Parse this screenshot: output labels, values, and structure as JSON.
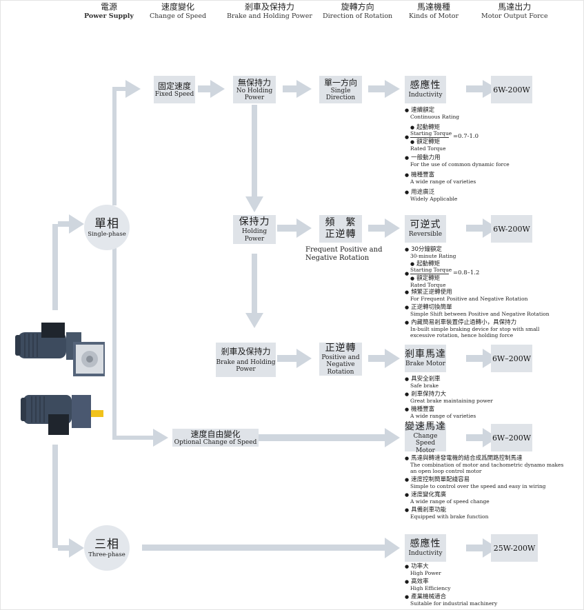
{
  "headers": [
    {
      "zh": "電源",
      "en": "Power Supply"
    },
    {
      "zh": "速度變化",
      "en": "Change of Speed"
    },
    {
      "zh": "剎車及保持力",
      "en": "Brake and Holding Power"
    },
    {
      "zh": "旋轉方向",
      "en": "Direction of Rotation"
    },
    {
      "zh": "馬達機種",
      "en": "Kinds of Motor"
    },
    {
      "zh": "馬達出力",
      "en": "Motor Output Force"
    }
  ],
  "single_phase": {
    "zh": "單相",
    "en": "Single-phase"
  },
  "three_phase": {
    "zh": "三相",
    "en": "Three-phase"
  },
  "boxes": {
    "fixed_speed": {
      "zh": "固定速度",
      "en": "Fixed Speed"
    },
    "no_holding": {
      "zh": "無保持力",
      "en1": "No Holding",
      "en2": "Power"
    },
    "single_direction": {
      "zh": "單一方向",
      "en1": "Single",
      "en2": "Direction"
    },
    "inductivity": {
      "zh": "感應性",
      "en": "Inductivity"
    },
    "holding": {
      "zh": "保持力",
      "en1": "Holding",
      "en2": "Power"
    },
    "freq_rev": {
      "zh1": "頻　繁",
      "zh2": "正逆轉"
    },
    "freq_rev_caption": {
      "l1": "Frequent Positive and",
      "l2": "Negative Rotation"
    },
    "reversible": {
      "zh": "可逆式",
      "en": "Reversible"
    },
    "brake_holding": {
      "zh": "剎車及保持力",
      "en1": "Brake and Holding",
      "en2": "Power"
    },
    "pos_neg": {
      "zh": "正逆轉",
      "en1": "Positive and",
      "en2": "Negative",
      "en3": "Rotation"
    },
    "brake_motor": {
      "zh": "剎車馬達",
      "en": "Brake Motor"
    },
    "optional_speed": {
      "zh": "速度自由變化",
      "en": "Optional Change of Speed"
    },
    "change_speed_motor": {
      "zh": "變速馬達",
      "en1": "Change Speed",
      "en2": "Motor"
    },
    "inductivity3": {
      "zh": "感應性",
      "en": "Inductivity"
    }
  },
  "outputs": [
    "6W-200W",
    "6W-200W",
    "6W–200W",
    "6W–200W",
    "25W-200W"
  ],
  "features": {
    "induction": [
      {
        "zh": "連續額定",
        "en": "Continuous Rating"
      },
      {
        "zh": "一般動力用",
        "en": "For the use of common dynamic force"
      },
      {
        "zh": "機種豐富",
        "en": "A wide range of varieties"
      },
      {
        "zh": "用途廣泛",
        "en": "Widely Applicable"
      }
    ],
    "induction_ratio": {
      "num_zh": "起動轉矩",
      "num_en": "Starting Torque",
      "den_zh": "額定轉矩",
      "den_en": "Rated Torque",
      "value": "=0.7-1.0"
    },
    "reversible_top": [
      {
        "zh": "30分鐘額定",
        "en": "30-minute Rating"
      }
    ],
    "reversible_ratio": {
      "num_zh": "起動轉矩",
      "num_en": "Starting Torque",
      "den_zh": "額定轉矩",
      "den_en": "Rated Torque",
      "value": "=0.8–1.2"
    },
    "reversible": [
      {
        "zh": "頻繁正逆轉使用",
        "en": "For Frequent Positive and Negative Rotation"
      },
      {
        "zh": "正逆轉切換簡單",
        "en": "Simple Shift between Positive and Negative Rotation"
      },
      {
        "zh": "內藏簡易剎車裝置停止過轉小，具保持力",
        "en": "In-built simple braking device for stop with small",
        "en2": "excessive rotation, hence holding force"
      }
    ],
    "brake": [
      {
        "zh": "具安全剎車",
        "en": "Safe brake"
      },
      {
        "zh": "剎車保持力大",
        "en": "Great brake maintaining power"
      },
      {
        "zh": "機種豐富",
        "en": "A wide range of varieties"
      }
    ],
    "speed": [
      {
        "zh": "馬達與轉速發電機的結合成爲開路控制馬達",
        "en": "The combination of motor and tachometric dynamo makes",
        "en2": "an open loop control motor"
      },
      {
        "zh": "速度控制簡單配綫容易",
        "en": "Simple to control over the speed and easy in wiring"
      },
      {
        "zh": "速度變化寬廣",
        "en": "A wide range of speed change"
      },
      {
        "zh": "具備剎車功能",
        "en": "Equipped with brake function"
      }
    ],
    "three": [
      {
        "zh": "功率大",
        "en": "High Power"
      },
      {
        "zh": "高效率",
        "en": "High Efficiency"
      },
      {
        "zh": "產業機械適合",
        "en": "Suitable for industrial machinery"
      }
    ]
  },
  "colors": {
    "arrow": "#cfd6de",
    "box": "#dfe3e8",
    "motor": "#3d4b5e"
  }
}
